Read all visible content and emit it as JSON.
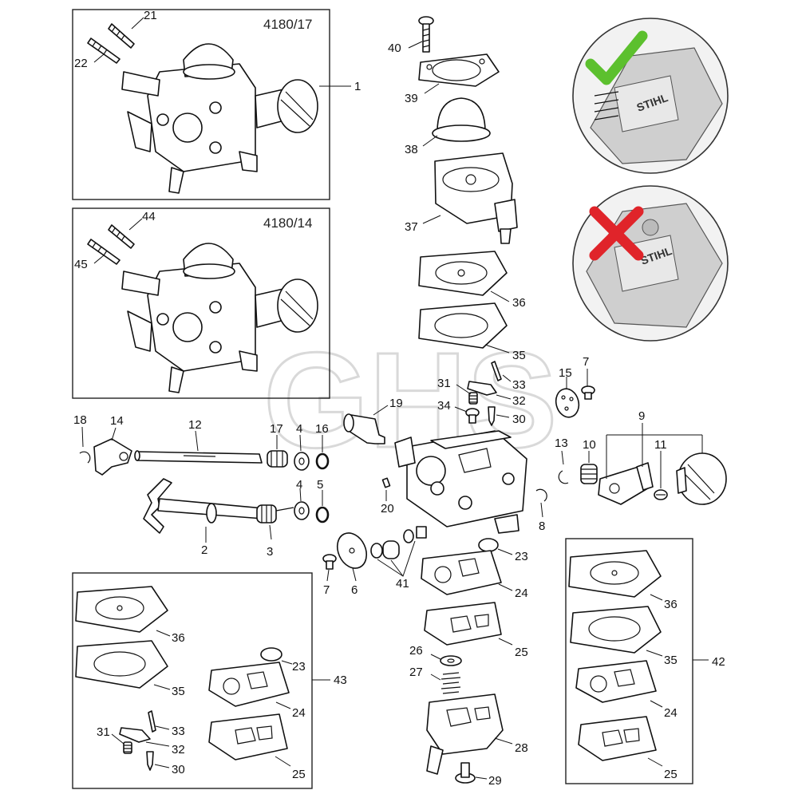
{
  "watermark": "GHS",
  "boxes": {
    "top_variant": {
      "code": "4180/17",
      "ref": "1",
      "labels": [
        "21",
        "22"
      ]
    },
    "mid_variant": {
      "code": "4180/14",
      "labels": [
        "44",
        "45"
      ]
    },
    "kit_43": {
      "ref": "43",
      "labels": [
        "36",
        "35",
        "23",
        "24",
        "33",
        "31",
        "32",
        "30",
        "25"
      ]
    },
    "kit_42": {
      "ref": "42",
      "labels": [
        "36",
        "35",
        "24",
        "25"
      ]
    }
  },
  "labels": {
    "p40": "40",
    "p39": "39",
    "p38": "38",
    "p37": "37",
    "p36": "36",
    "p35": "35",
    "p33": "33",
    "p32": "32",
    "p31": "31",
    "p34": "34",
    "p30": "30",
    "p19": "19",
    "p7a": "7",
    "p15": "15",
    "p9": "9",
    "p13": "13",
    "p10": "10",
    "p11": "11",
    "p18": "18",
    "p14": "14",
    "p12": "12",
    "p17": "17",
    "p4a": "4",
    "p16": "16",
    "p4b": "4",
    "p5": "5",
    "p3": "3",
    "p2": "2",
    "p20": "20",
    "p8": "8",
    "p7b": "7",
    "p6": "6",
    "p41": "41",
    "p23": "23",
    "p24": "24",
    "p25": "25",
    "p26": "26",
    "p27": "27",
    "p28": "28",
    "p29": "29"
  },
  "photos": {
    "correct": {
      "brand": "STIHL",
      "mark": "check",
      "mark_color": "#5cc02e"
    },
    "wrong": {
      "brand": "STIHL",
      "mark": "cross",
      "mark_color": "#e0242a"
    }
  }
}
